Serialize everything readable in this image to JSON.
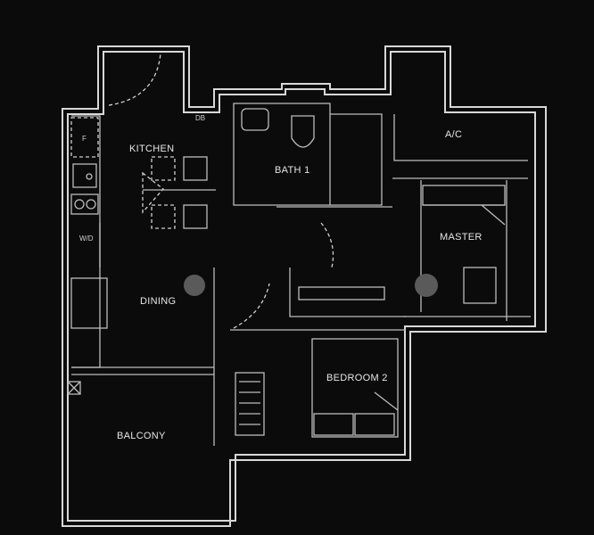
{
  "rooms": {
    "kitchen": "KITCHEN",
    "bath1": "BATH 1",
    "ac": "A/C",
    "master": "MASTER",
    "dining": "DINING",
    "bedroom2": "BEDROOM 2",
    "balcony": "BALCONY"
  },
  "fixtures": {
    "fridge": "F",
    "db": "DB",
    "washer_dryer": "W/D"
  },
  "colors": {
    "background": "#0b0b0b",
    "line": "#d8d8d8"
  }
}
